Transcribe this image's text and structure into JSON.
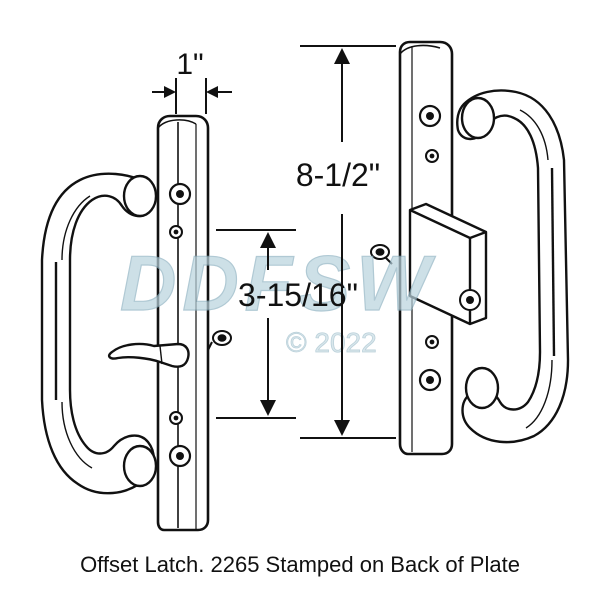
{
  "dimensions": {
    "width_label": "1\"",
    "height_total_label": "8-1/2\"",
    "hole_spacing_label": "3-15/16\""
  },
  "caption": "Offset Latch. 2265 Stamped on Back of Plate",
  "watermark": {
    "logo_text": "DDFSW",
    "copyright_text": "© 2022"
  },
  "colors": {
    "line": "#111111",
    "watermark_fill": "#b9d3dd",
    "watermark_stroke": "#8fb3c2"
  }
}
